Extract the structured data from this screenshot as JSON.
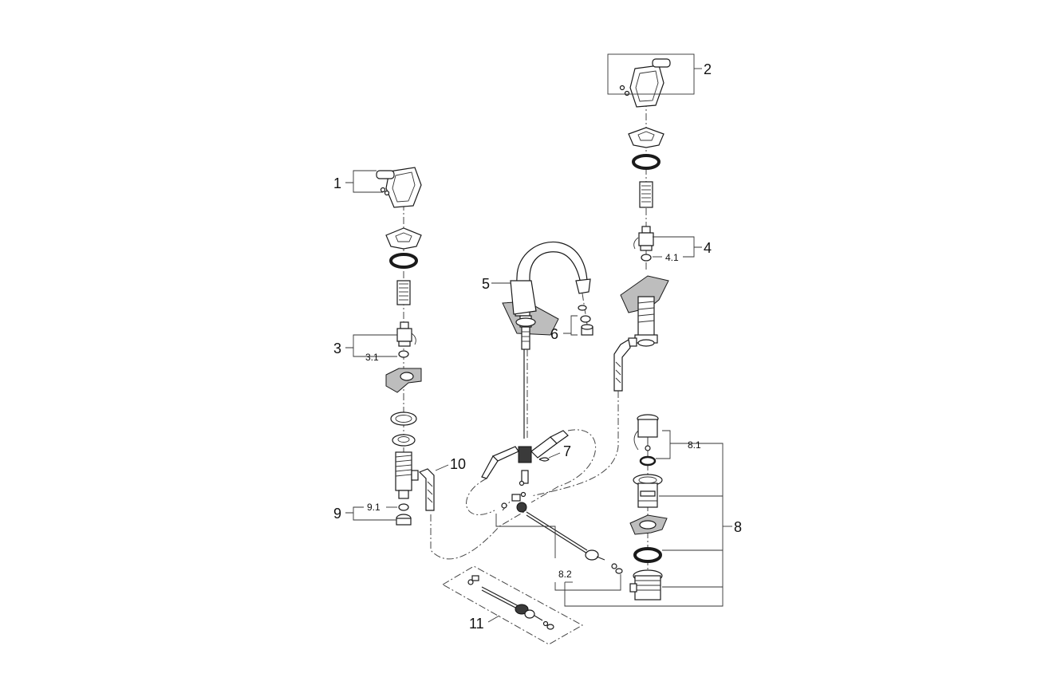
{
  "callouts": {
    "c1": "1",
    "c2": "2",
    "c3": "3",
    "c3_1": "3.1",
    "c4": "4",
    "c4_1": "4.1",
    "c5": "5",
    "c6": "6",
    "c7": "7",
    "c8": "8",
    "c8_1": "8.1",
    "c8_2": "8.2",
    "c9": "9",
    "c9_1": "9.1",
    "c10": "10",
    "c11": "11"
  },
  "colors": {
    "line": "#222222",
    "part_fill": "#ffffff",
    "shade": "#bdbdbd",
    "dark": "#3a3a3a"
  }
}
